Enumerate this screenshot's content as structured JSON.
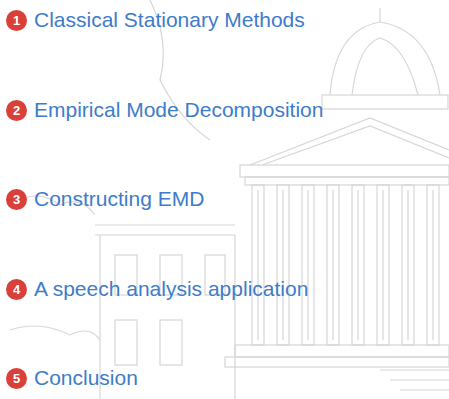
{
  "diagram": {
    "nodes": [
      {
        "text": [
          "1",
          "Classical Stationary Methods"
        ]
      },
      {
        "text": [
          "2",
          "Empirical Mode Decomposition"
        ]
      },
      {
        "text": [
          "3",
          "Constructing EMD"
        ]
      },
      {
        "text": [
          "4",
          "A speech analysis application"
        ]
      },
      {
        "text": [
          "5",
          "Conclusion"
        ]
      }
    ]
  }
}
